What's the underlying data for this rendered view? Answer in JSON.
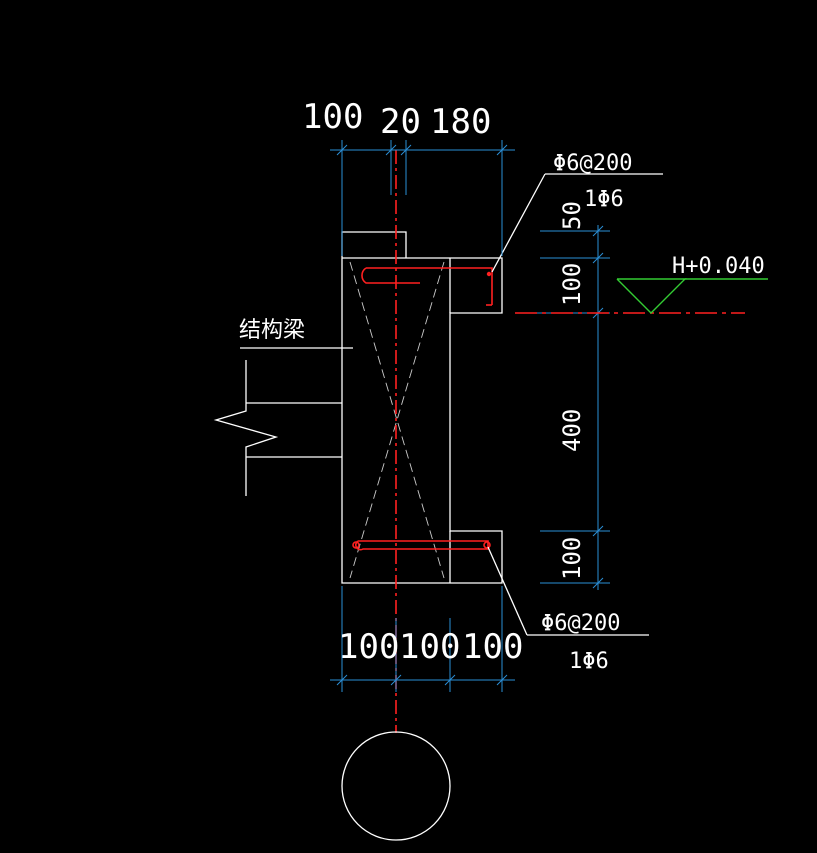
{
  "colors": {
    "background": "#000000",
    "outline": "#ffffff",
    "dimension": "#2a8fd6",
    "rebar": "#ff2020",
    "level_marker": "#33cc33"
  },
  "labels": {
    "top_dims": [
      "100",
      "20",
      "180"
    ],
    "bottom_dims": [
      "100",
      "100",
      "100"
    ],
    "right_dims": [
      "50",
      "100",
      "400",
      "100"
    ],
    "top_rebar": "Φ6@200",
    "top_rebar_sub": "1Φ6",
    "bottom_rebar": "Φ6@200",
    "bottom_rebar_sub": "1Φ6",
    "level": "H+0.040",
    "beam": "结构梁"
  }
}
